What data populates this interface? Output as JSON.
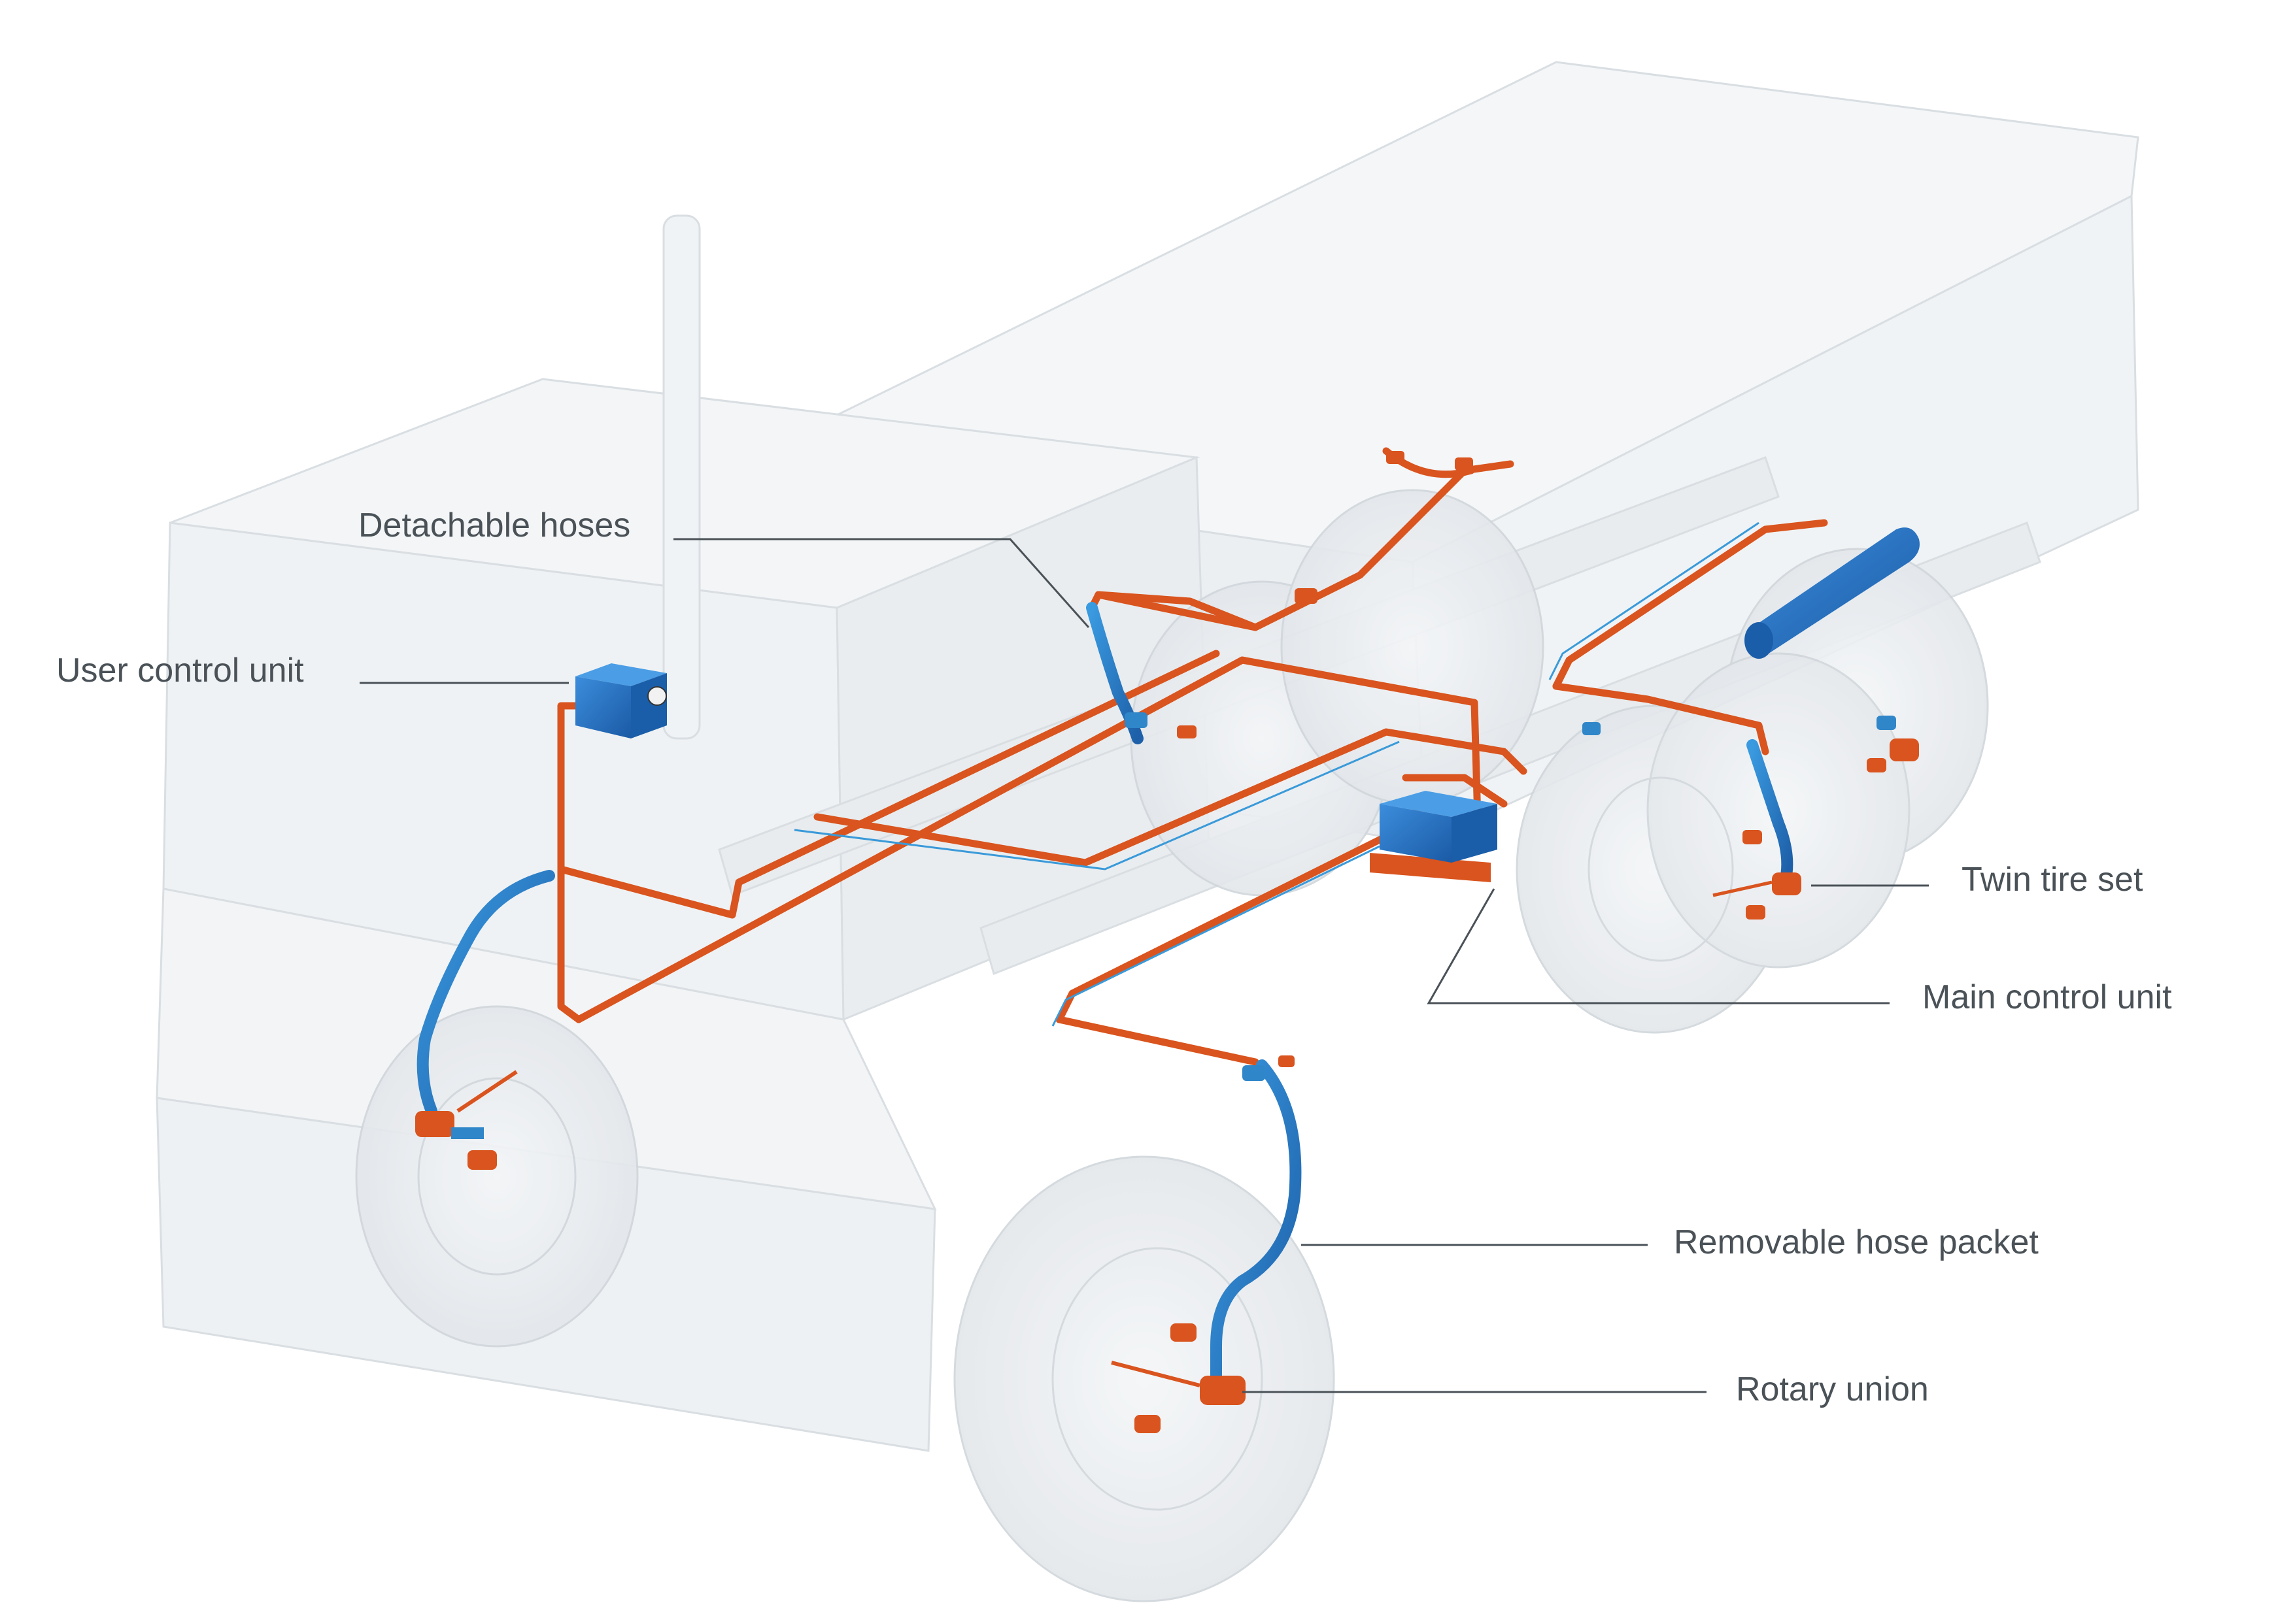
{
  "callouts": {
    "detachable_hoses": "Detachable hoses",
    "user_control_unit": "User control unit",
    "twin_tire_set": "Twin tire set",
    "main_control_unit": "Main control unit",
    "removable_hose_packet": "Removable hose packet",
    "rotary_union": "Rotary union"
  },
  "colors": {
    "truck_ghost": "#e9ecef",
    "truck_ghost_stroke": "#cfd5da",
    "hose_orange": "#d9541e",
    "hose_blue": "#2f86c8",
    "unit_blue": "#1f6fc4",
    "leader_line": "#4a5258",
    "label_text": "#4a5258"
  }
}
